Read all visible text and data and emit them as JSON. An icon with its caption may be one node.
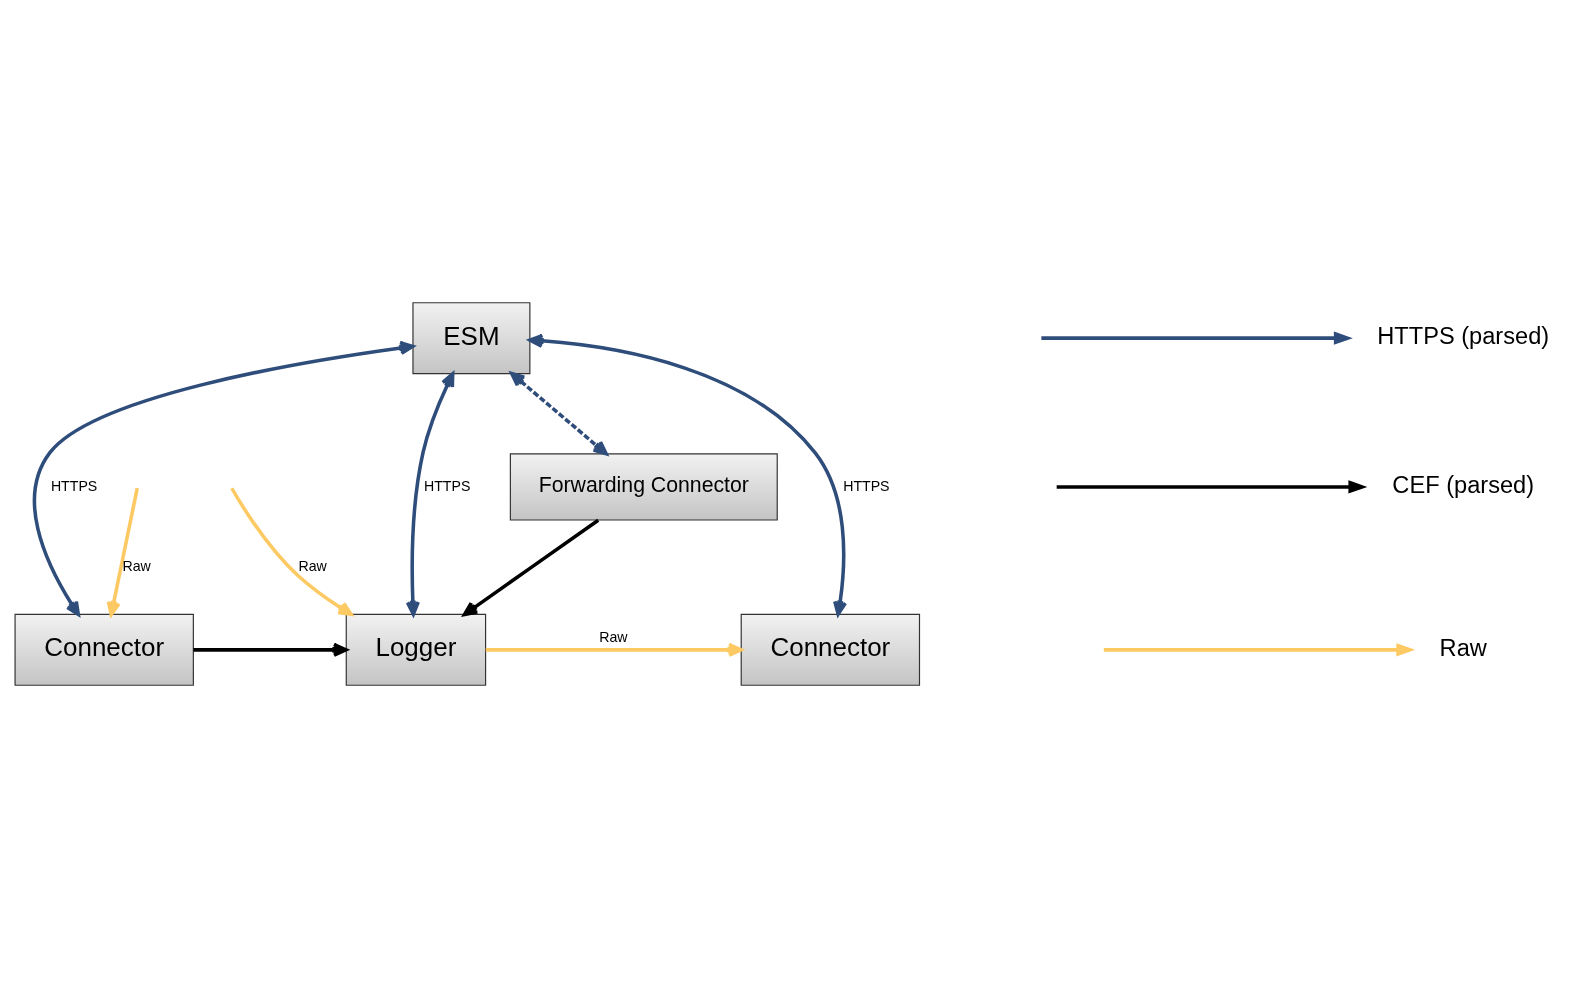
{
  "diagram": {
    "nodes": [
      {
        "text": [
          "ESM"
        ]
      },
      {
        "text": [
          "Forwarding Connector"
        ]
      },
      {
        "text": [
          "Connector"
        ]
      },
      {
        "text": [
          "Logger"
        ]
      },
      {
        "text": [
          "Connector"
        ]
      }
    ],
    "edges": [
      {
        "from": 0,
        "to": 2,
        "arrow": "both",
        "label": "HTTPS",
        "color": "#2e4d7b"
      },
      {
        "from": 0,
        "to": 1,
        "arrow": "both",
        "style": "dashed",
        "color": "#2e4d7b"
      },
      {
        "from": 0,
        "to": 3,
        "arrow": "both",
        "label": "HTTPS",
        "color": "#2e4d7b"
      },
      {
        "from": 0,
        "to": 4,
        "arrow": "both",
        "label": "HTTPS",
        "color": "#2e4d7b"
      },
      {
        "from": 1,
        "to": 3,
        "arrow": "to",
        "color": "#000000"
      },
      {
        "from": null,
        "to": 2,
        "arrow": "to",
        "label": "Raw",
        "color": "#fcc962"
      },
      {
        "from": 2,
        "to": 3,
        "arrow": "to",
        "color": "#000000"
      },
      {
        "from": 3,
        "to": 4,
        "arrow": "to",
        "label": "Raw",
        "color": "#fcc962"
      },
      {
        "from": null,
        "to": 3,
        "arrow": "to",
        "label": "Raw",
        "color": "#fcc962"
      }
    ],
    "legend": [
      {
        "text": "HTTPS (parsed)"
      },
      {
        "text": "CEF (parsed)"
      },
      {
        "text": "Raw"
      }
    ]
  }
}
